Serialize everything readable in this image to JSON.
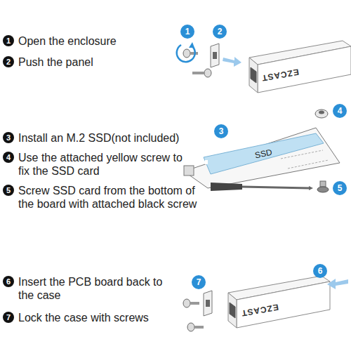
{
  "diagram": {
    "nodes": [
      {
        "text": [
          "1"
        ]
      },
      {
        "text": [
          "2"
        ]
      },
      {
        "text": [
          "1"
        ]
      },
      {
        "text": [
          "2"
        ]
      },
      {
        "text": [
          "3"
        ]
      },
      {
        "text": [
          "4"
        ]
      },
      {
        "text": [
          "5"
        ]
      },
      {
        "text": [
          "3"
        ]
      },
      {
        "text": [
          "SSD"
        ]
      },
      {
        "text": [
          "4"
        ]
      },
      {
        "text": [
          "5"
        ]
      },
      {
        "text": [
          "6"
        ]
      },
      {
        "text": [
          "7"
        ]
      },
      {
        "text": [
          "6"
        ]
      },
      {
        "text": [
          "7"
        ]
      }
    ],
    "labels": [
      "Open the enclosure",
      "Push the panel",
      "EZCAST",
      "Install an M.2 SSD(not included)",
      "Use the attached yellow screw to fix the SSD card",
      "Screw SSD card from the bottom of the board with attached black screw",
      "Insert the PCB board back to the case",
      "Lock the case with screws",
      "EZCAST"
    ]
  }
}
